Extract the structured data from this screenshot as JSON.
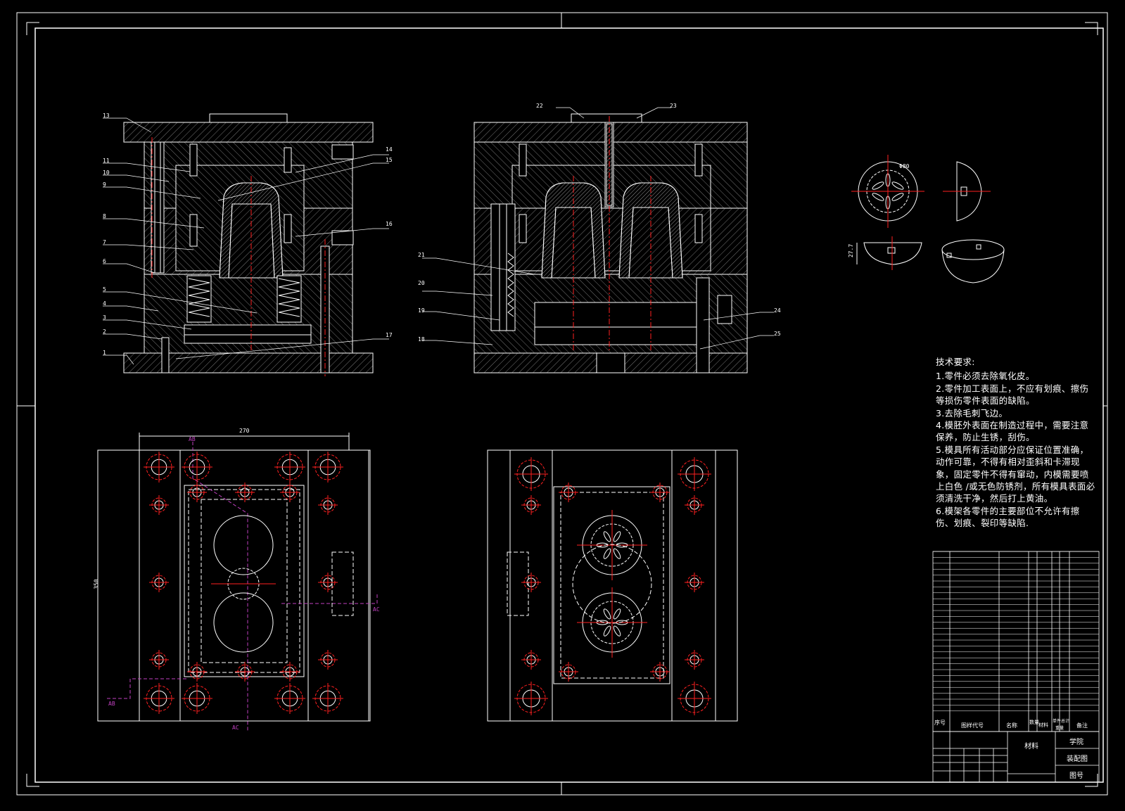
{
  "technical_requirements": {
    "title": "技术要求:",
    "items": [
      "1.零件必须去除氧化皮。",
      "2.零件加工表面上，不应有划痕、擦伤等损伤零件表面的缺陷。",
      "3.去除毛刺飞边。",
      "4.模胚外表面在制造过程中，需要注意保养，防止生锈，刮伤。",
      "5.模具所有活动部分应保证位置准确，动作可靠，不得有相对歪斜和卡滞现象，固定零件不得有窜动，内模需要喷上白色 /或无色防锈剂，所有模具表面必须清洗干净，然后打上黄油。",
      "6.模架各零件的主要部位不允许有擦伤、划痕、裂印等缺陷."
    ]
  },
  "part_callouts_left": [
    "13",
    "11",
    "10",
    "9",
    "8",
    "7",
    "6",
    "5",
    "4",
    "3",
    "2",
    "1",
    "14",
    "15",
    "16",
    "17"
  ],
  "part_callouts_right": [
    "22",
    "23",
    "21",
    "20",
    "19",
    "18",
    "24",
    "25"
  ],
  "dimensions": {
    "width": "270",
    "height": "350",
    "section_ab": "AB",
    "section_ac": "AC",
    "part_dia": "Φ80",
    "part_height": "27.7"
  },
  "title_block": {
    "school": "学院",
    "drawing_name": "装配图",
    "drawing_no": "图号",
    "material_label": "材料",
    "header_seq": "序号",
    "header_code": "图样代号",
    "header_name": "名称",
    "header_qty": "数量",
    "header_material": "材料",
    "header_unit_weight": "单件",
    "header_total_weight": "总计",
    "header_weight": "重量",
    "header_remarks": "备注"
  },
  "colors": {
    "background": "#000000",
    "line": "#ffffff",
    "center_line": "#ff2020",
    "section_line": "#c040c0",
    "hidden": "#ffffff"
  }
}
